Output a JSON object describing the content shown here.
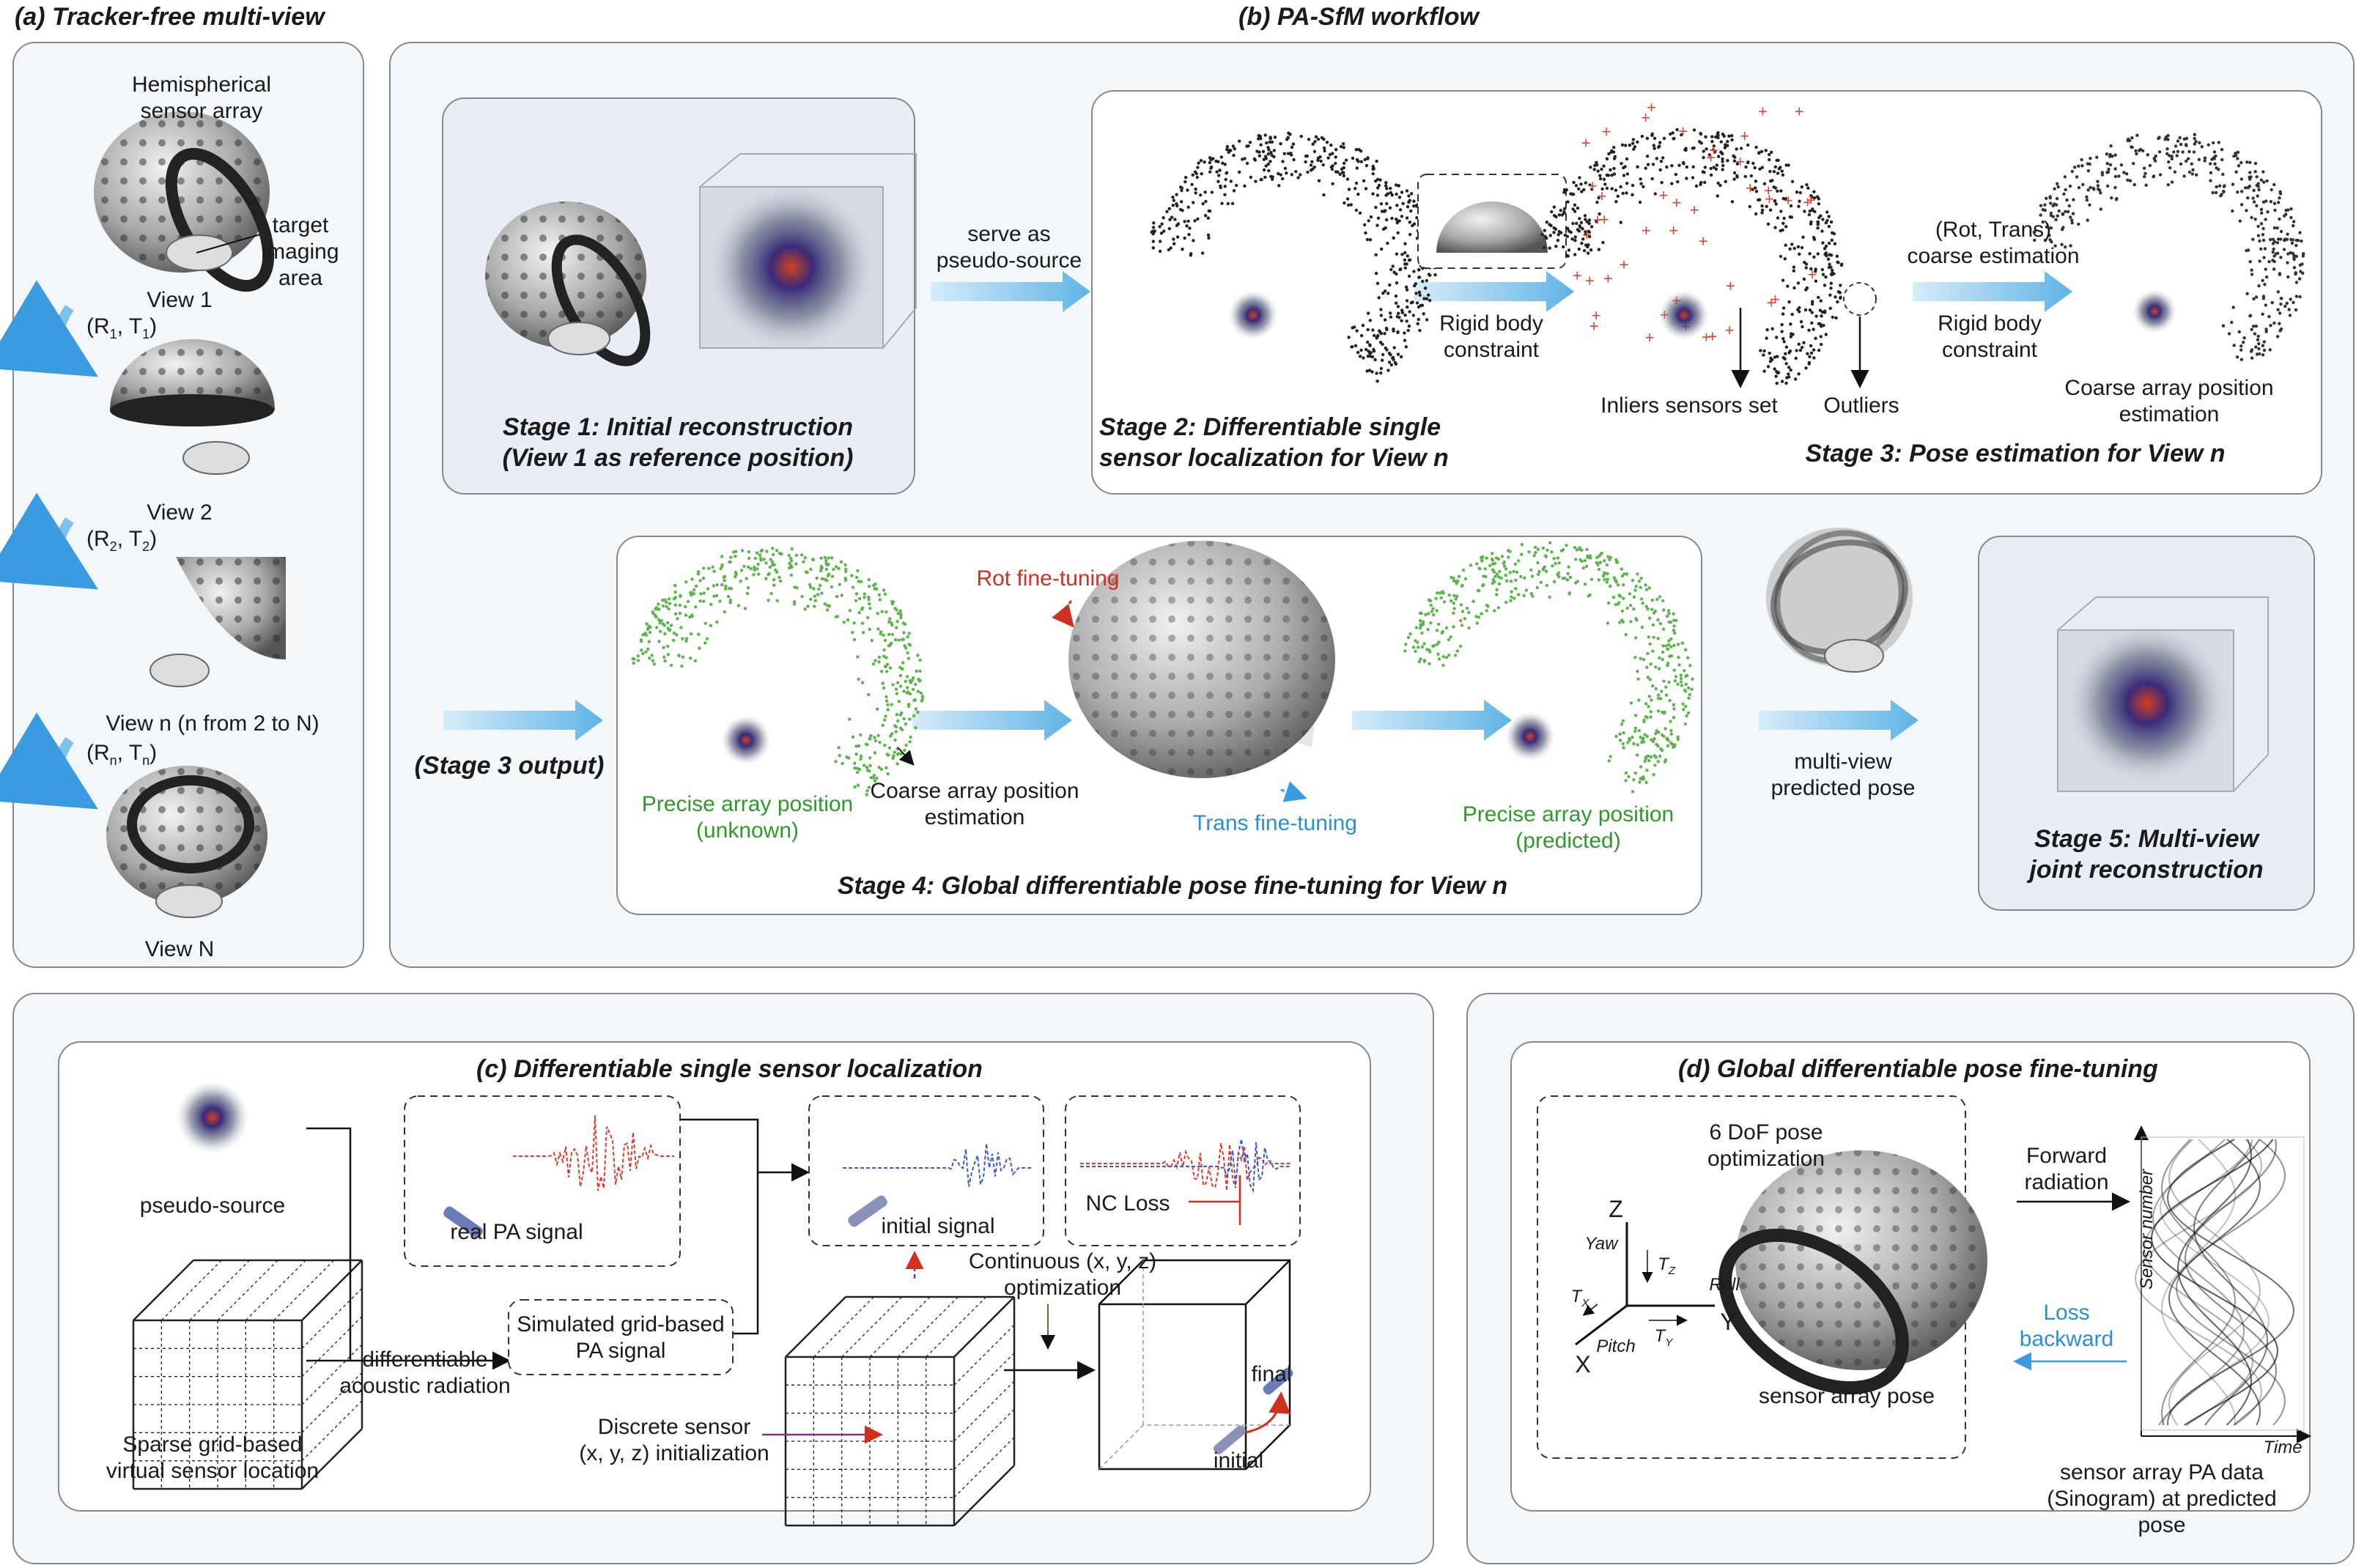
{
  "panel_a": {
    "title": "(a) Tracker-free multi-view",
    "array_label": "Hemispherical sensor array",
    "target_label": "target imaging area",
    "views": [
      "View 1",
      "View 2",
      "View n (n from 2 to N)",
      "View N"
    ],
    "transforms": [
      {
        "r": "R",
        "r_sub": "1",
        "t": "T",
        "t_sub": "1"
      },
      {
        "r": "R",
        "r_sub": "2",
        "t": "T",
        "t_sub": "2"
      },
      {
        "r": "R",
        "r_sub": "n",
        "t": "T",
        "t_sub": "n"
      }
    ]
  },
  "panel_b": {
    "title": "(b) PA-SfM workflow",
    "stage1": {
      "line1": "Stage 1: Initial reconstruction",
      "line2": "(View 1 as reference position)"
    },
    "serve_as": [
      "serve as",
      "pseudo-source"
    ],
    "stage2": {
      "line1": "Stage 2: Differentiable single",
      "line2": "sensor localization for View n"
    },
    "rigid_body": [
      "Rigid body",
      "constraint"
    ],
    "inliers": "Inliers sensors set",
    "outliers": "Outliers",
    "rot_trans": [
      "(Rot, Trans)",
      "coarse estimation"
    ],
    "rigid_body2": [
      "Rigid body",
      "constraint"
    ],
    "coarse_estimation": [
      "Coarse array position",
      "estimation"
    ],
    "stage3": "Stage 3: Pose estimation for View n",
    "stage3_output": "(Stage 3 output)",
    "precise_unknown": [
      "Precise array position",
      "(unknown)"
    ],
    "coarse_estimation2": [
      "Coarse array position",
      "estimation"
    ],
    "rot_fine": "Rot fine-tuning",
    "trans_fine": "Trans fine-tuning",
    "precise_predicted": [
      "Precise array position",
      "(predicted)"
    ],
    "stage4": "Stage 4: Global differentiable pose fine-tuning for View n",
    "multi_view": [
      "multi-view",
      "predicted pose"
    ],
    "stage5": [
      "Stage 5: Multi-view",
      "joint reconstruction"
    ]
  },
  "panel_c": {
    "title": "(c) Differentiable single sensor localization",
    "pseudo_source": "pseudo-source",
    "sparse_grid": [
      "Sparse grid-based",
      "virtual sensor location"
    ],
    "diff_acoustic": [
      "differentiable",
      "acoustic radiation"
    ],
    "real_signal": "real PA signal",
    "simulated": [
      "Simulated grid-based",
      "PA signal"
    ],
    "initial_signal": "initial signal",
    "nc_loss": "NC Loss",
    "continuous": [
      "Continuous (x, y, z)",
      "optimization"
    ],
    "discrete": [
      "Discrete sensor",
      "(x, y, z) initialization"
    ],
    "final": "final",
    "initial": "initial"
  },
  "panel_d": {
    "title": "(d) Global differentiable pose fine-tuning",
    "dof": "6 DoF pose optimization",
    "axes": {
      "z": "Z",
      "y": "Y",
      "x": "X",
      "yaw": "Yaw",
      "roll": "Roll",
      "pitch": "Pitch",
      "tz": "T",
      "tz_sub": "Z",
      "tx": "T",
      "tx_sub": "X",
      "ty": "T",
      "ty_sub": "Y"
    },
    "pose_label": "sensor array pose",
    "forward": [
      "Forward",
      "radiation"
    ],
    "loss_back": [
      "Loss",
      "backward"
    ],
    "sensor_number": "Sensor number",
    "time": "Time",
    "sinogram": [
      "sensor array PA data",
      "(Sinogram) at predicted pose"
    ]
  },
  "colors": {
    "panel_bg": "#f4f7fa",
    "stage_bg": "#e8edf6",
    "arrow": "#7cc3ec",
    "green": "#2f9a2a",
    "red": "#d0301f",
    "blue": "#2b8fd8"
  }
}
